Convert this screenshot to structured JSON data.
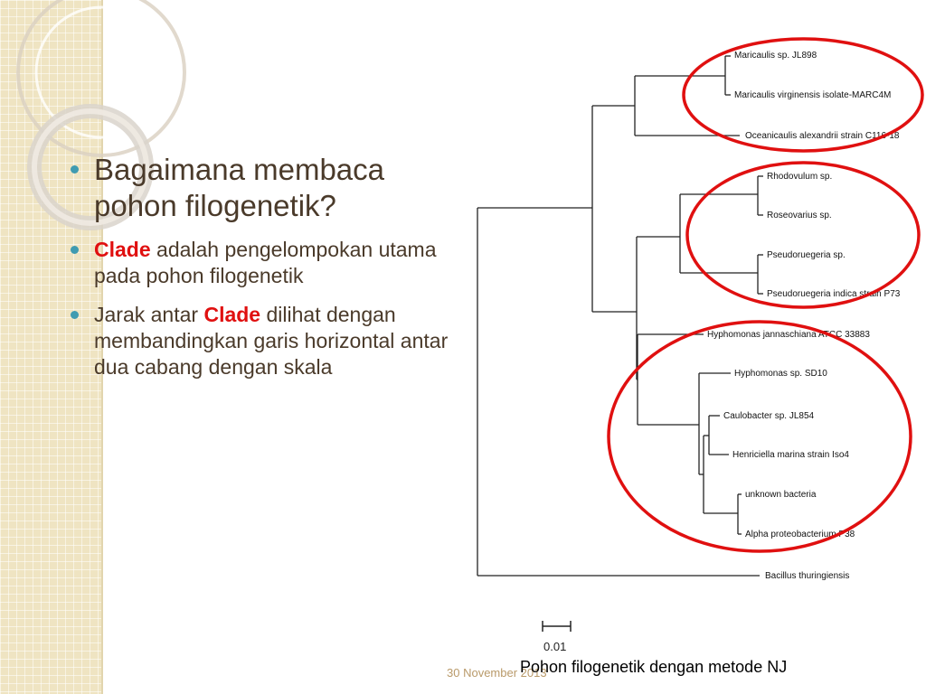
{
  "slide": {
    "bullets": {
      "b1": "Bagaimana membaca pohon filogenetik?",
      "b2_term": "Clade",
      "b2_rest": " adalah pengelompokan utama pada pohon filogenetik",
      "b3_pre": "Jarak antar ",
      "b3_term": "Clade",
      "b3_post": " dilihat dengan membandingkan garis horizontal antar dua cabang dengan skala"
    },
    "footer": {
      "date": "30 November 2013",
      "caption": "Pohon filogenetik dengan metode NJ"
    },
    "colors": {
      "accent_red": "#e01010",
      "bullet_dot": "#3f9bb1",
      "text": "#4a3a2a"
    }
  },
  "tree": {
    "scale_bar": "0.01",
    "taxa": [
      "Maricaulis sp. JL898",
      "Maricaulis virginensis isolate-MARC4M",
      "Oceanicaulis alexandrii strain C116-18",
      "Rhodovulum sp.",
      "Roseovarius sp.",
      "Pseudoruegeria sp.",
      "Pseudoruegeria indica strain P73",
      "Hyphomonas jannaschiana ATCC 33883",
      "Hyphomonas sp. SD10",
      "Caulobacter sp. JL854",
      "Henriciella marina strain Iso4",
      "unknown bacteria",
      "Alpha proteobacterium P38",
      "Bacillus thuringiensis"
    ]
  }
}
